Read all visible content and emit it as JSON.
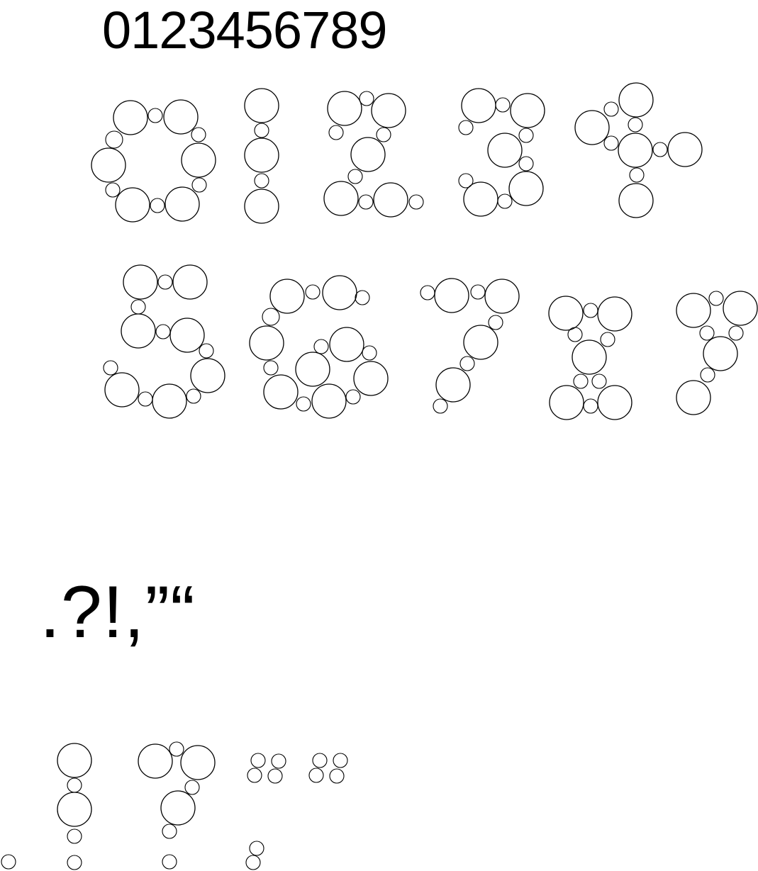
{
  "digits_sample": "0123456789",
  "punctuation_sample": ".?!,”“",
  "glyph_stroke_color": "#000000",
  "background_color": "#ffffff",
  "glyph_names": [
    "digit-0",
    "digit-1",
    "digit-2",
    "digit-3",
    "digit-4",
    "digit-5",
    "digit-6",
    "digit-7",
    "digit-8",
    "digit-9",
    "period",
    "exclamation",
    "question",
    "comma",
    "close-quote",
    "open-quote"
  ]
}
